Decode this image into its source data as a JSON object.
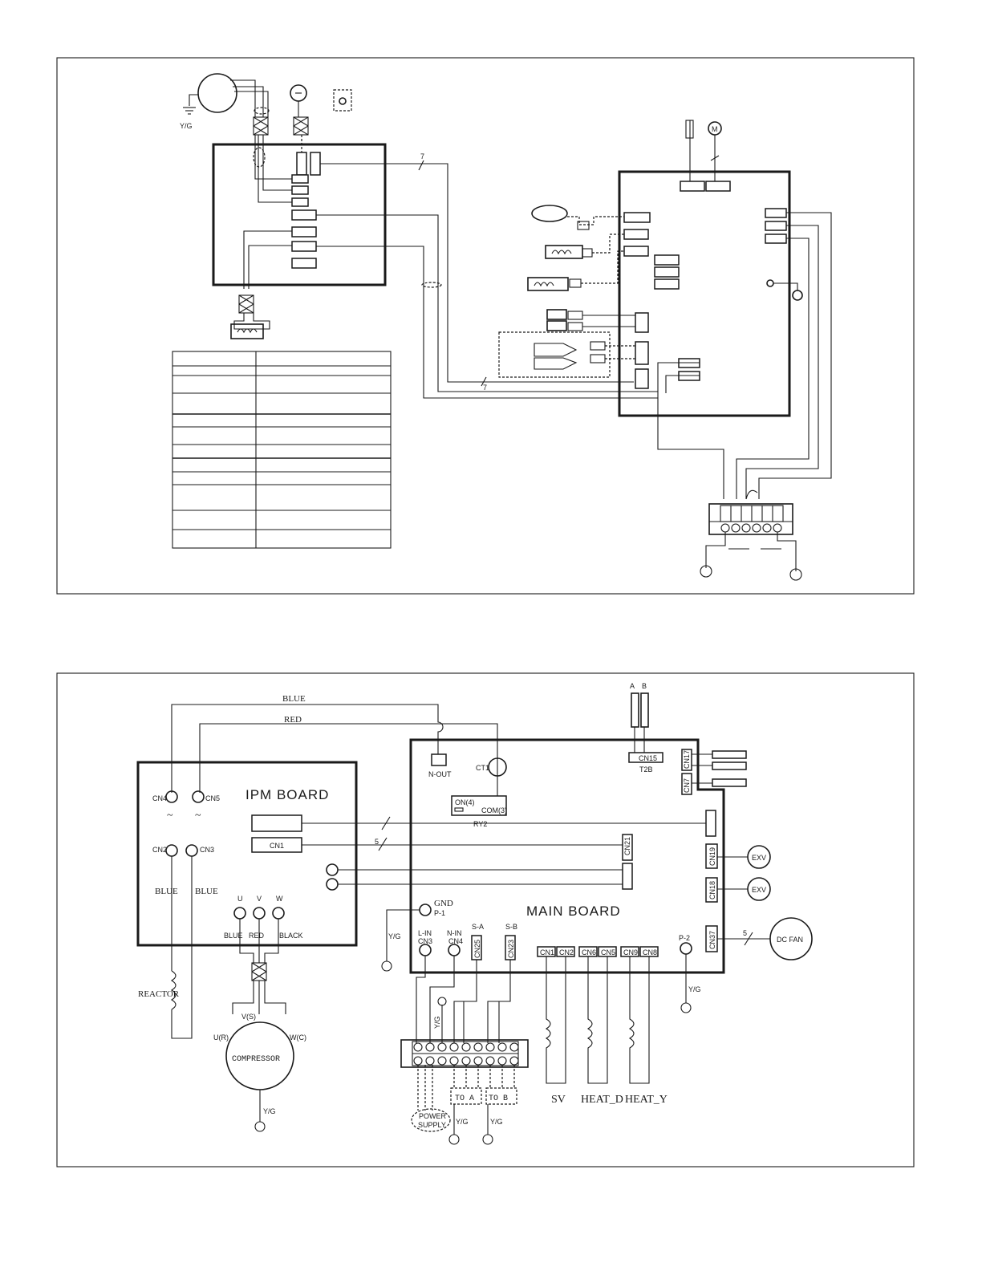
{
  "top_diagram": {
    "labels": {
      "yg": "Y/G",
      "wire_count_a": "7",
      "wire_count_b": "7",
      "motor_symbol": "M"
    },
    "legend_table_rows": 11
  },
  "bottom_diagram": {
    "wire_blue": "BLUE",
    "wire_red": "RED",
    "ipm_board": {
      "title": "IPM BOARD",
      "cn4": "CN4",
      "cn5": "CN5",
      "cn2": "CN2",
      "cn3": "CN3",
      "cn1": "CN1",
      "tilde": "~",
      "blue_left": "BLUE",
      "blue_right": "BLUE",
      "u": "U",
      "v": "V",
      "w": "W",
      "u_color": "BLUE",
      "v_color": "RED",
      "w_color": "BLACK"
    },
    "reactor": "REACTOR",
    "compressor": {
      "label": "COMPRESSOR",
      "u": "U(R)",
      "v": "V(S)",
      "w": "W(C)",
      "ground": "Y/G"
    },
    "main_board": {
      "title": "MAIN BOARD",
      "n_out": "N-OUT",
      "ct1": "CT1",
      "on": "ON(4)",
      "com": "COM(3)",
      "ry2": "RY2",
      "gnd": "GND",
      "p1": "P-1",
      "l_in": "L-IN",
      "cn3": "CN3",
      "n_in": "N-IN",
      "cn4": "CN4",
      "sa": "S-A",
      "cn25": "CN25",
      "sb": "S-B",
      "cn23": "CN23",
      "cn1": "CN1",
      "cn2": "CN2",
      "cn6": "CN6",
      "cn5": "CN5",
      "cn9": "CN9",
      "cn8": "CN8",
      "p2": "P-2",
      "cn15": "CN15",
      "t2b": "T2B",
      "a": "A",
      "b": "B",
      "cn17": "CN17",
      "cn7": "CN7",
      "cn21": "CN21",
      "cn19": "CN19",
      "cn18": "CN18",
      "cn37": "CN37"
    },
    "peripherals": {
      "exv1": "EXV",
      "exv2": "EXV",
      "dc_fan": "DC FAN",
      "five_a": "5",
      "five_b": "5",
      "yg_p1": "Y/G",
      "yg_p2": "Y/G",
      "yg_terminal": "Y/G",
      "power_supply_1": "POWER",
      "power_supply_2": "SUPPLY",
      "to_a": "TO  A",
      "to_b": "TO  B",
      "yg_a": "Y/G",
      "yg_b": "Y/G",
      "sv": "SV",
      "heat_d": "HEAT_D",
      "heat_y": "HEAT_Y"
    }
  }
}
